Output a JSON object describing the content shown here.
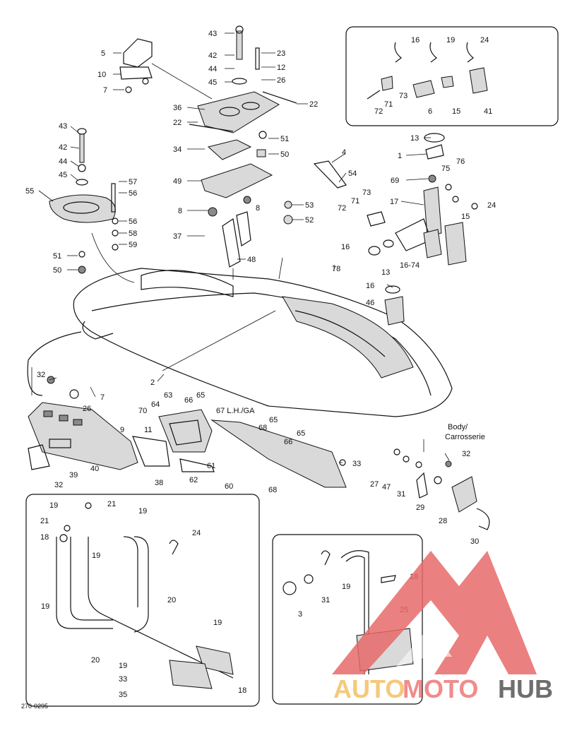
{
  "labels": {
    "l43a": "43",
    "l42a": "42",
    "l44a": "44",
    "l45a": "45",
    "l23": "23",
    "l12": "12",
    "l26": "26",
    "l5": "5",
    "l10": "10",
    "l7a": "7",
    "l36": "36",
    "l22a": "22",
    "l22b": "22",
    "l51a": "51",
    "l50": "50",
    "l34": "34",
    "l49": "49",
    "l8a": "8",
    "l8b": "8",
    "l53": "53",
    "l52": "52",
    "l37": "37",
    "l48": "48",
    "l43b": "43",
    "l42b": "42",
    "l44b": "44",
    "l45b": "45",
    "l55": "55",
    "l57": "57",
    "l56a": "56",
    "l56b": "56",
    "l58": "58",
    "l59": "59",
    "l51b": "51",
    "l50b": "50",
    "b16": "16",
    "b19": "19",
    "b24": "24",
    "b73": "73",
    "b71": "71",
    "b72": "72",
    "b6": "6",
    "b15": "15",
    "b41": "41",
    "l13a": "13",
    "l1": "1",
    "l76": "76",
    "l75": "75",
    "l69": "69",
    "l4": "4",
    "l54": "54",
    "l73": "73",
    "l71": "71",
    "l72": "72",
    "l17": "17",
    "l15": "15",
    "l24a": "24",
    "l16a": "16",
    "l13b": "13",
    "l1674": "16-74",
    "l78": "78",
    "l16b": "16",
    "l46": "46",
    "l2": "2",
    "l32a": "32",
    "l7b": "7",
    "l26b": "26",
    "l63": "63",
    "l65a": "65",
    "l64": "64",
    "l66a": "66",
    "l70": "70",
    "l67": "67 L.H./GA",
    "l65b": "65",
    "l68a": "68",
    "l65c": "65",
    "l66b": "66",
    "l9": "9",
    "l11": "11",
    "l61": "61",
    "l62": "62",
    "l60": "60",
    "l38": "38",
    "l68b": "68",
    "l33a": "33",
    "l39": "39",
    "l40": "40",
    "l32b": "32",
    "body1": "Body/",
    "body2": "Carrosserie",
    "l32c": "32",
    "l27": "27",
    "l47": "47",
    "l31a": "31",
    "l29": "29",
    "l28": "28",
    "l30": "30",
    "c19a": "19",
    "c21a": "21",
    "c19b": "19",
    "c21b": "21",
    "c18a": "18",
    "c19c": "19",
    "c24": "24",
    "c19d": "19",
    "c20a": "20",
    "c20b": "20",
    "c19e": "19",
    "c19f": "19",
    "c33": "33",
    "c35": "35",
    "c18b": "18",
    "d19": "19",
    "d18": "18",
    "d31": "31",
    "d3": "3",
    "d25": "25",
    "code": "270-0295"
  },
  "watermark": {
    "part1": "AUTO",
    "part2": "MOTO",
    "part3": "HUB",
    "colors": {
      "auto": "#f5c97a",
      "moto": "#f08c8c",
      "hub": "#6e6e6e",
      "logo": "#e86a6a"
    }
  }
}
